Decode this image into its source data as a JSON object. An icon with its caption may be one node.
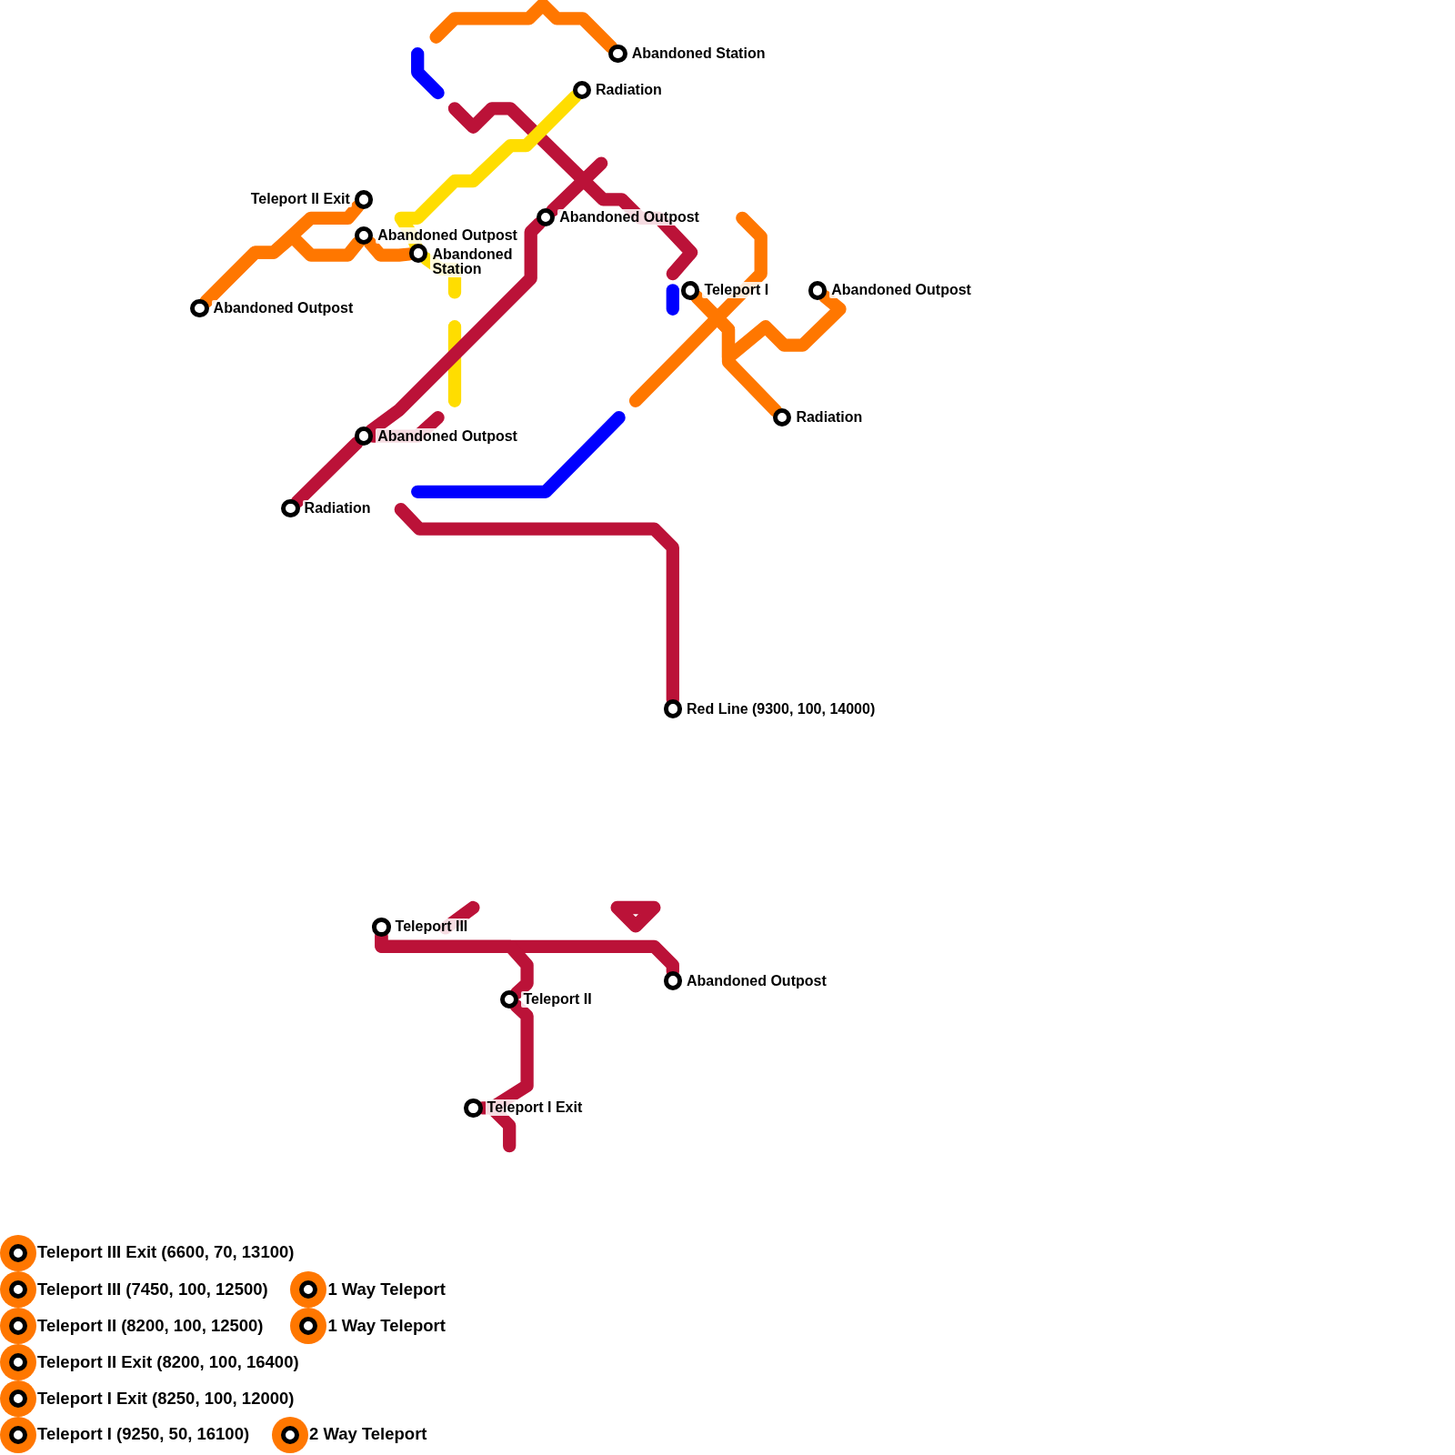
{
  "diagram": {
    "nodes": [
      {
        "text": [
          "Abandoned Station"
        ]
      },
      {
        "text": [
          "Radiation"
        ]
      },
      {
        "text": [
          "Teleport II Exit"
        ]
      },
      {
        "text": [
          "Abandoned Outpost"
        ]
      },
      {
        "text": [
          "Abandoned Station"
        ]
      },
      {
        "text": [
          "Abandoned Outpost"
        ]
      },
      {
        "text": [
          "Abandoned Outpost"
        ]
      },
      {
        "text": [
          "Teleport I"
        ]
      },
      {
        "text": [
          "Abandoned Outpost"
        ]
      },
      {
        "text": [
          "Radiation"
        ]
      },
      {
        "text": [
          "Abandoned Outpost"
        ]
      },
      {
        "text": [
          "Radiation"
        ]
      },
      {
        "text": [
          "Red Line (9300, 100, 14000)"
        ]
      },
      {
        "text": [
          "Teleport III"
        ]
      },
      {
        "text": [
          "Abandoned Outpost"
        ]
      },
      {
        "text": [
          "Teleport II"
        ]
      },
      {
        "text": [
          "Teleport I Exit"
        ]
      }
    ],
    "edges": [
      {
        "from": null,
        "to": 0,
        "arrow": "none",
        "color": "#ff7700"
      },
      {
        "from": 1,
        "to": 4,
        "arrow": "none",
        "color": "#ffdd00"
      },
      {
        "from": 4,
        "to": null,
        "arrow": "none",
        "color": "#ffdd00"
      },
      {
        "from": 6,
        "to": 2,
        "arrow": "none",
        "color": "#ff7700"
      },
      {
        "from": 3,
        "to": 6,
        "arrow": "none",
        "color": "#ff7700"
      },
      {
        "from": 3,
        "to": 4,
        "arrow": "none",
        "color": "#ff7700"
      },
      {
        "from": null,
        "to": 5,
        "arrow": "none"
      },
      {
        "from": 5,
        "to": 10,
        "arrow": "none"
      },
      {
        "from": 10,
        "to": 11,
        "arrow": "none"
      },
      {
        "from": 10,
        "to": null,
        "arrow": "none"
      },
      {
        "from": null,
        "to": 12,
        "arrow": "none"
      },
      {
        "from": 7,
        "to": 9,
        "arrow": "none",
        "color": "#ff7700"
      },
      {
        "from": 7,
        "to": 8,
        "arrow": "none",
        "color": "#ff7700"
      },
      {
        "from": 13,
        "to": 14,
        "arrow": "none"
      },
      {
        "from": 13,
        "to": 15,
        "arrow": "none"
      },
      {
        "from": 15,
        "to": 16,
        "arrow": "none"
      }
    ],
    "legend": [
      {
        "text": "Teleport III Exit (6600, 70, 13100)"
      },
      {
        "text": "Teleport III (7450, 100, 12500)"
      },
      {
        "text": "1 Way Teleport"
      },
      {
        "text": "Teleport II (8200, 100, 12500)"
      },
      {
        "text": "1 Way Teleport"
      },
      {
        "text": "Teleport II Exit (8200, 100, 16400)"
      },
      {
        "text": "Teleport I Exit (8250, 100, 12000)"
      },
      {
        "text": "Teleport I (9250, 50, 16100)"
      },
      {
        "text": "2 Way Teleport"
      }
    ]
  }
}
